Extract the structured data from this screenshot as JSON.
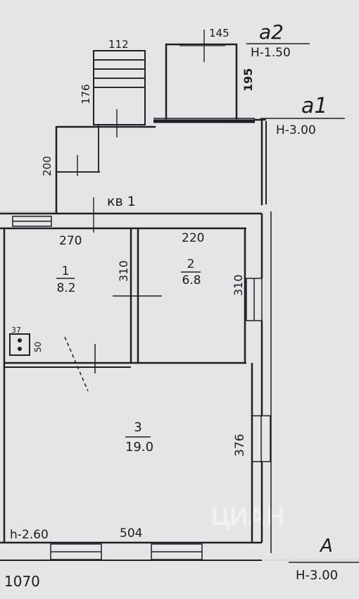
{
  "apartment_label": "кв 1",
  "annexes": [
    {
      "code": "а2",
      "height": "Н-1.50"
    },
    {
      "code": "а1",
      "height": "Н-3.00"
    }
  ],
  "main_building": {
    "code": "А",
    "height": "Н-3.00"
  },
  "rooms": [
    {
      "number": "1",
      "area": "8.2"
    },
    {
      "number": "2",
      "area": "6.8"
    },
    {
      "number": "3",
      "area": "19.0"
    }
  ],
  "dimensions": {
    "stair_width": "112",
    "stair_length": "176",
    "annex2_width": "145",
    "annex2_depth": "195",
    "annex1_depth": "200",
    "room1_width": "270",
    "room1_depth": "310",
    "room2_width": "220",
    "room2_depth": "310",
    "room3_depth": "376",
    "room3_width": "504",
    "building_length": "1070",
    "stove_w": "37",
    "stove_d": "50"
  },
  "ceiling_height": "h-2.60",
  "watermark": "ЦИАН"
}
